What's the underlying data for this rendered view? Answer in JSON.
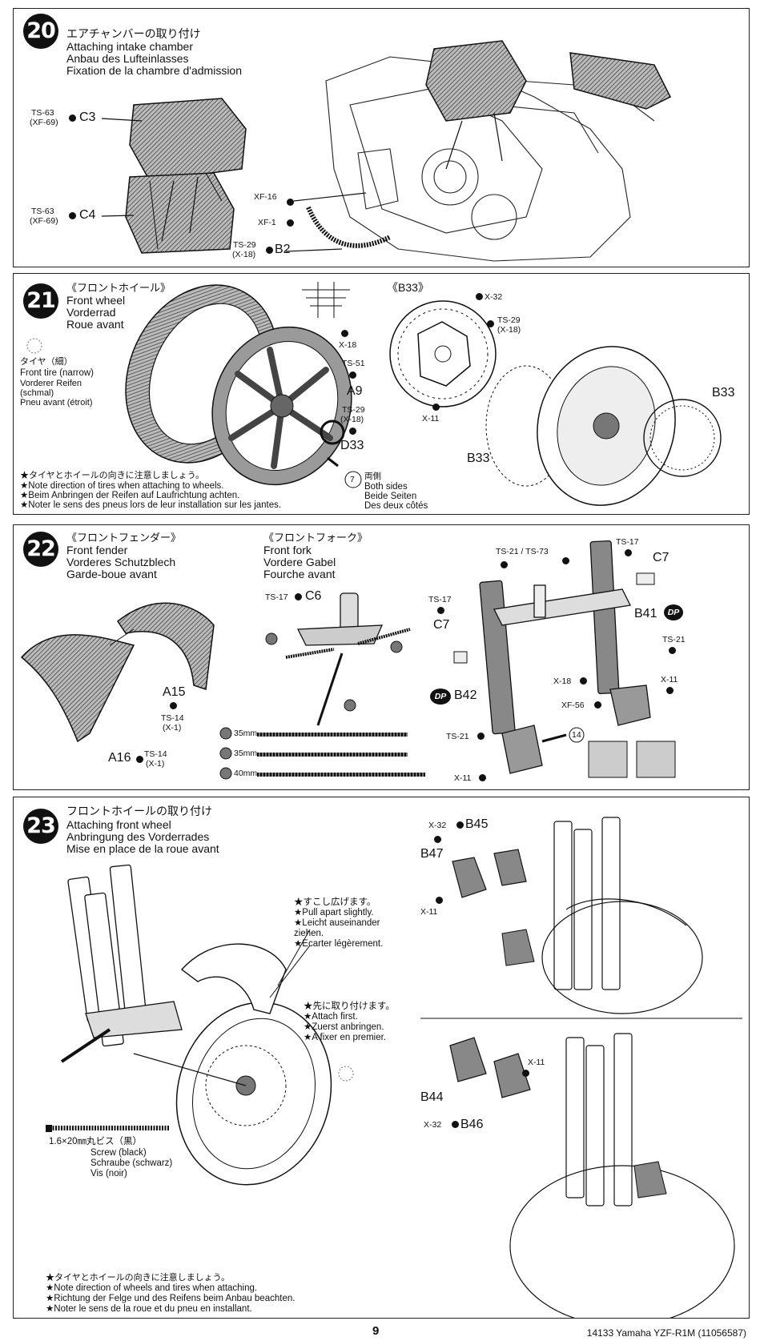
{
  "steps": [
    {
      "number": "20",
      "title_ja": "エアチャンバーの取り付け",
      "title_en": "Attaching intake chamber",
      "title_de": "Anbau des Lufteinlasses",
      "title_fr": "Fixation de la chambre d'admission",
      "labels": {
        "c3_code": "TS-63",
        "c3_alt": "(XF-69)",
        "c3": "C3",
        "c4_code": "TS-63",
        "c4_alt": "(XF-69)",
        "c4": "C4",
        "xf16": "XF-16",
        "xf1": "XF-1",
        "b2_code": "TS-29",
        "b2_alt": "(X-18)",
        "b2": "B2"
      }
    },
    {
      "number": "21",
      "title_ja": "《フロントホイール》",
      "title_en": "Front wheel",
      "title_de": "Vorderrad",
      "title_fr": "Roue avant",
      "tire_ja": "タイヤ（細）",
      "tire_en": "Front tire (narrow)",
      "tire_de": "Vorderer Reifen",
      "tire_de2": "(schmal)",
      "tire_fr": "Pneu avant (étroit)",
      "labels": {
        "x18": "X-18",
        "ts51": "TS-51",
        "a9": "A9",
        "ts29": "TS-29",
        "x18b": "(X-18)",
        "d33": "D33",
        "b33_title": "《B33》",
        "x32": "X-32",
        "ts29b": "TS-29",
        "x18c": "(X-18)",
        "x11": "X-11",
        "b33_left": "B33",
        "b33_right": "B33",
        "repeat": "7",
        "both_ja": "両側",
        "both_en": "Both sides",
        "both_de": "Beide Seiten",
        "both_fr": "Des deux côtés"
      },
      "notes": [
        "★タイヤとホイールの向きに注意しましょう。",
        "★Note direction of tires when attaching to wheels.",
        "★Beim Anbringen der Reifen auf Laufrichtung achten.",
        "★Noter le sens des pneus lors de leur installation sur les jantes."
      ]
    },
    {
      "number": "22",
      "fender_ja": "《フロントフェンダー》",
      "fender_en": "Front fender",
      "fender_de": "Vorderes Schutzblech",
      "fender_fr": "Garde-boue avant",
      "fork_ja": "《フロントフォーク》",
      "fork_en": "Front fork",
      "fork_de": "Vordere Gabel",
      "fork_fr": "Fourche avant",
      "labels": {
        "a15": "A15",
        "a15_code": "TS-14",
        "a15_alt": "(X-1)",
        "a16": "A16",
        "a16_code": "TS-14",
        "a16_alt": "(X-1)",
        "c6_code": "TS-17",
        "c6": "C6",
        "tube1": "35mm",
        "tube2": "35mm",
        "tube3": "40mm",
        "ts17": "TS-17",
        "c7_left": "C7",
        "ts21_73": "TS-21 / TS-73",
        "ts17b": "TS-17",
        "c7_right": "C7",
        "b41": "B41",
        "dp": "DP",
        "ts21": "TS-21",
        "x18": "X-18",
        "x11": "X-11",
        "b42": "B42",
        "xf56": "XF-56",
        "ts21b": "TS-21",
        "repeat": "14",
        "x11b": "X-11"
      }
    },
    {
      "number": "23",
      "title_ja": "フロントホイールの取り付け",
      "title_en": "Attaching front wheel",
      "title_de": "Anbringung des Vorderrades",
      "title_fr": "Mise en place de la roue avant",
      "pull": [
        "★すこし広げます。",
        "★Pull apart slightly.",
        "★Leicht auseinander",
        "ziehen.",
        "★Ecarter légèrement."
      ],
      "attach_first": [
        "★先に取り付けます。",
        "★Attach first.",
        "★Zuerst anbringen.",
        "★A fixer en premier."
      ],
      "screw": {
        "size": "1.6×20㎜丸ビス（黒）",
        "en": "Screw (black)",
        "de": "Schraube (schwarz)",
        "fr": "Vis (noir)"
      },
      "labels": {
        "x32": "X-32",
        "b45": "B45",
        "b47": "B47",
        "x11": "X-11",
        "x11b": "X-11",
        "b44": "B44",
        "x32b": "X-32",
        "b46": "B46"
      },
      "notes": [
        "★タイヤとホイールの向きに注意しましょう。",
        "★Note direction of wheels and tires when attaching.",
        "★Richtung der Felge und des Reifens beim Anbau beachten.",
        "★Noter le sens de la roue et du pneu en installant."
      ]
    }
  ],
  "footer": {
    "page": "9",
    "ref": "14133 Yamaha YZF-R1M (11056587)"
  }
}
